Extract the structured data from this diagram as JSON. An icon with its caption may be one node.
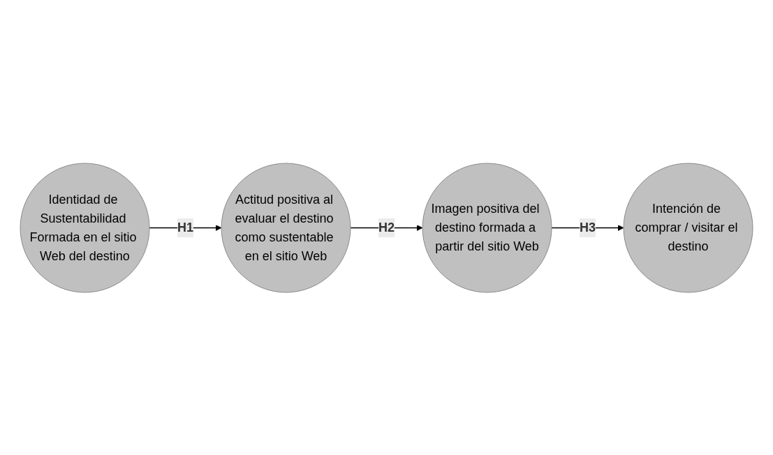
{
  "diagram": {
    "nodes": [
      {
        "text": [
          "Identidad de Sustentabilidad Formada en el sitio Web del destino"
        ]
      },
      {
        "text": [
          "Actitud positiva al evaluar el destino como sustentable en el sitio Web"
        ]
      },
      {
        "text": [
          "Imagen positiva del destino formada a partir del sitio Web"
        ]
      },
      {
        "text": [
          "Intención de comprar / visitar el destino"
        ]
      }
    ],
    "edges": [
      {
        "from": 0,
        "to": 1,
        "arrow": "to",
        "label": "H1"
      },
      {
        "from": 1,
        "to": 2,
        "arrow": "to",
        "label": "H2"
      },
      {
        "from": 2,
        "to": 3,
        "arrow": "to",
        "label": "H3"
      }
    ]
  }
}
